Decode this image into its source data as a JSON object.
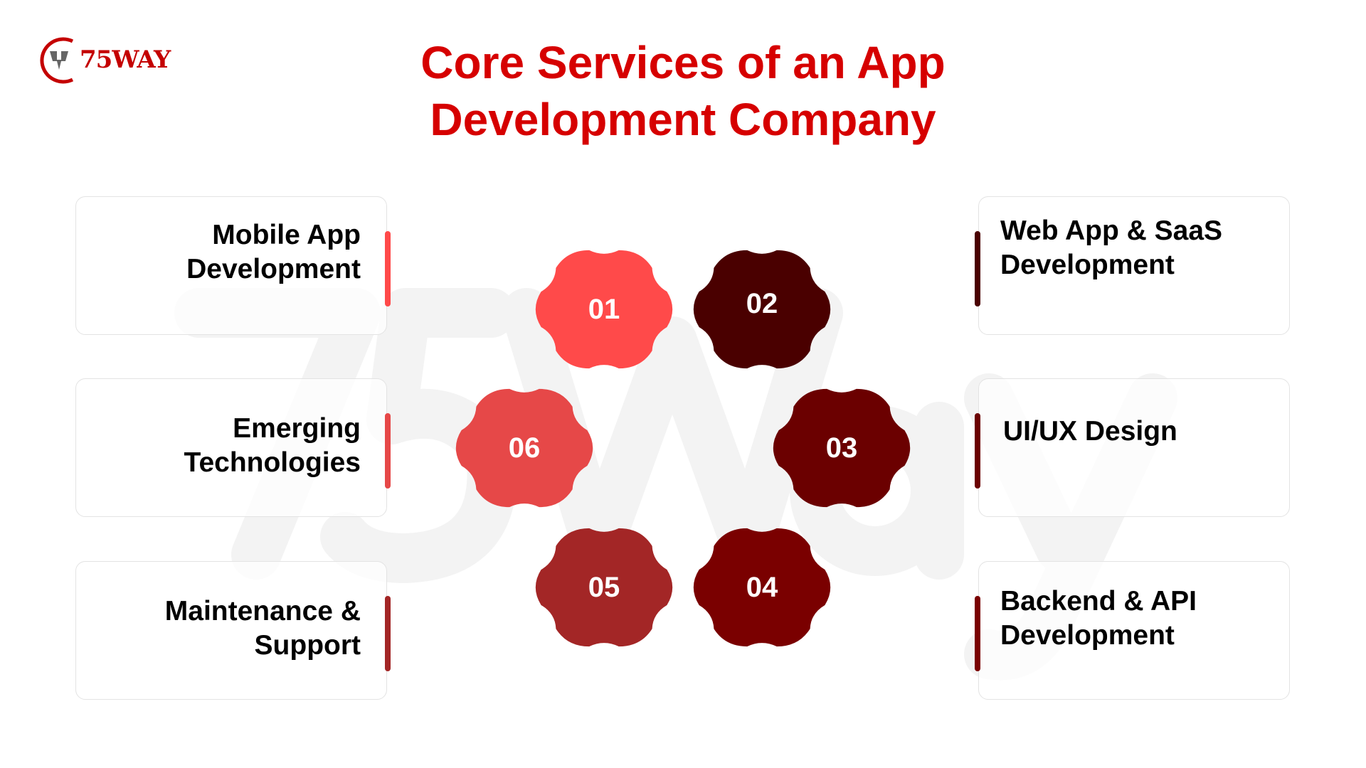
{
  "logo": {
    "text": "75WAY"
  },
  "watermark": {
    "text": "75Way"
  },
  "title": {
    "line1": "Core Services of an App",
    "line2": "Development Company"
  },
  "services": [
    {
      "num": "01",
      "lines": [
        "Mobile App",
        "Development"
      ],
      "color": "#ff4a4a"
    },
    {
      "num": "02",
      "lines": [
        "Web App & SaaS",
        "Development"
      ],
      "color": "#4a0000"
    },
    {
      "num": "03",
      "lines": [
        "UI/UX Design"
      ],
      "color": "#6b0000"
    },
    {
      "num": "04",
      "lines": [
        "Backend & API",
        "Development"
      ],
      "color": "#7a0000"
    },
    {
      "num": "05",
      "lines": [
        "Maintenance &",
        "Support"
      ],
      "color": "#a32626"
    },
    {
      "num": "06",
      "lines": [
        "Emerging",
        "Technologies"
      ],
      "color": "#e64848"
    }
  ],
  "colors": {
    "title": "#d60000"
  }
}
